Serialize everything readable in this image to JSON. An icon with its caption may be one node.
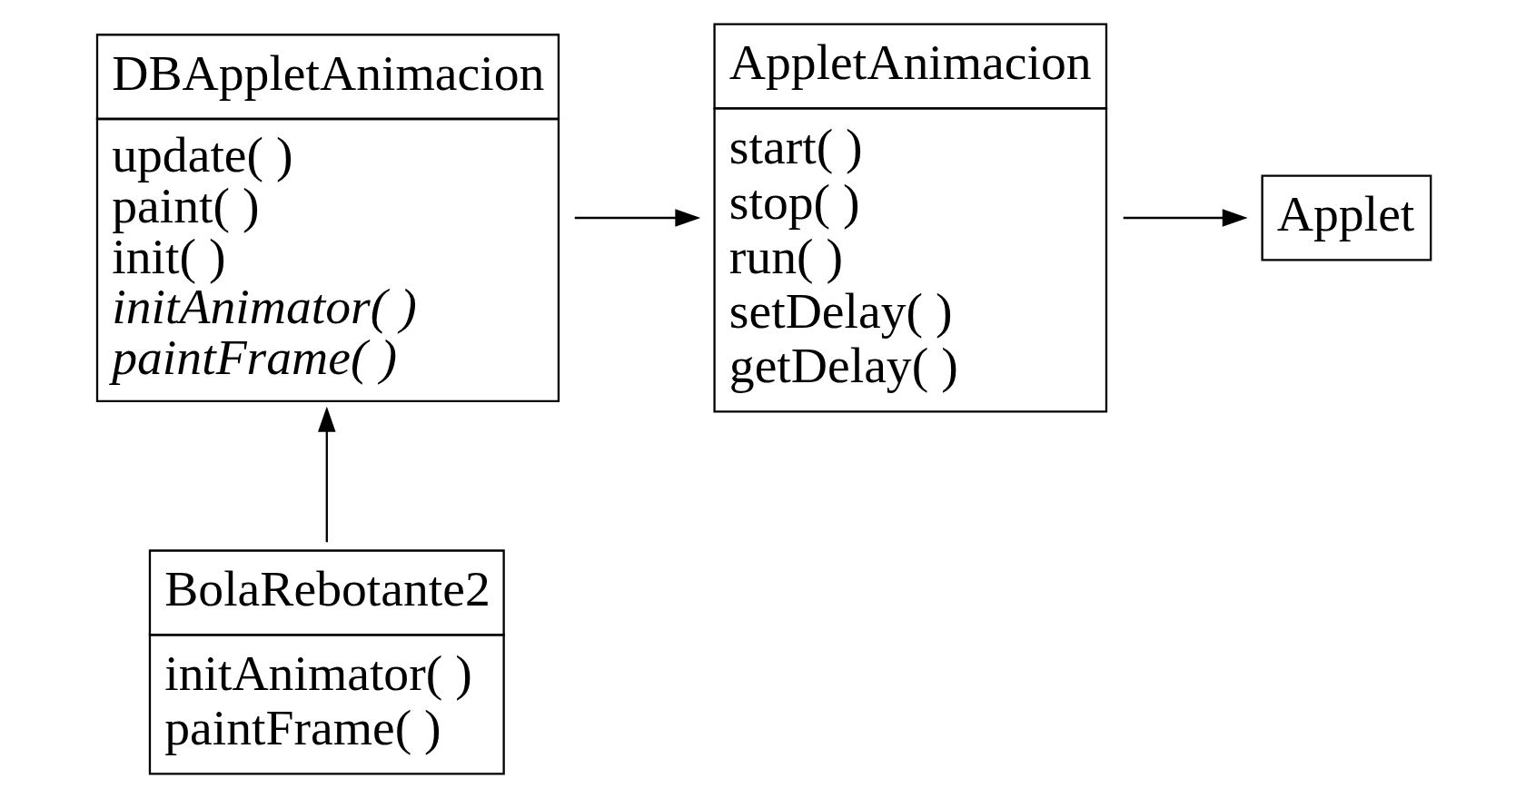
{
  "diagram": {
    "nodes": [
      {
        "text": [
          "Applet"
        ]
      },
      {
        "text": [
          "AppletAnimacion",
          "start( )",
          "stop( )",
          "run( )",
          "setDelay( )",
          "getDelay( )"
        ]
      },
      {
        "text": [
          "DBAppletAnimacion",
          "update( )",
          "paint( )",
          "init( )",
          "initAnimator( )",
          "paintFrame( )"
        ]
      },
      {
        "text": [
          "BolaRebotante2",
          "initAnimator( )",
          "paintFrame( )"
        ]
      }
    ],
    "edges": [
      {
        "from": 1,
        "to": 0,
        "arrow": "to"
      },
      {
        "from": 2,
        "to": 1,
        "arrow": "to"
      },
      {
        "from": 3,
        "to": 2,
        "arrow": "to"
      }
    ]
  }
}
